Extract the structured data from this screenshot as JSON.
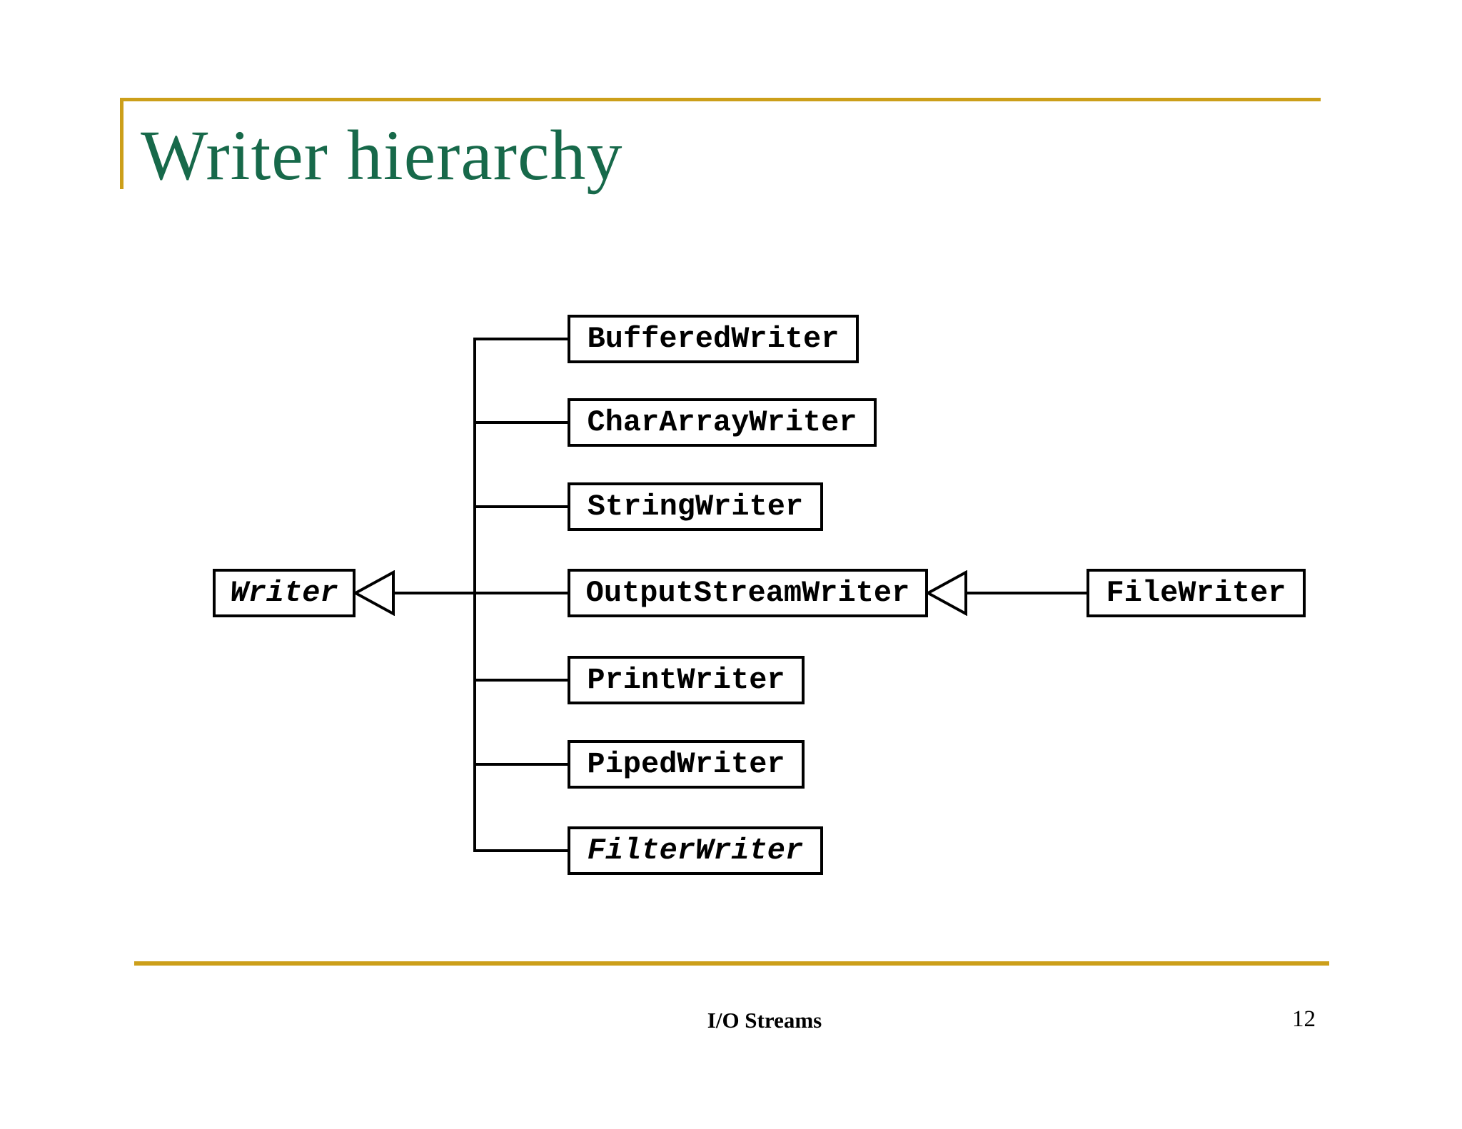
{
  "slide": {
    "title": "Writer hierarchy",
    "footer_label": "I/O Streams",
    "page_number": "12"
  },
  "colors": {
    "title_green": "#17694A",
    "accent_gold": "#CC9F1A",
    "diagram_line": "#000000",
    "background": "#FFFFFF"
  },
  "diagram": {
    "relationship": "uml-inheritance",
    "root": {
      "label": "Writer",
      "abstract": true
    },
    "children": [
      {
        "label": "BufferedWriter",
        "abstract": false
      },
      {
        "label": "CharArrayWriter",
        "abstract": false
      },
      {
        "label": "StringWriter",
        "abstract": false
      },
      {
        "label": "OutputStreamWriter",
        "abstract": false
      },
      {
        "label": "PrintWriter",
        "abstract": false
      },
      {
        "label": "PipedWriter",
        "abstract": false
      },
      {
        "label": "FilterWriter",
        "abstract": true
      }
    ],
    "grandchildren": [
      {
        "label": "FileWriter",
        "parent": "OutputStreamWriter",
        "abstract": false
      }
    ]
  }
}
